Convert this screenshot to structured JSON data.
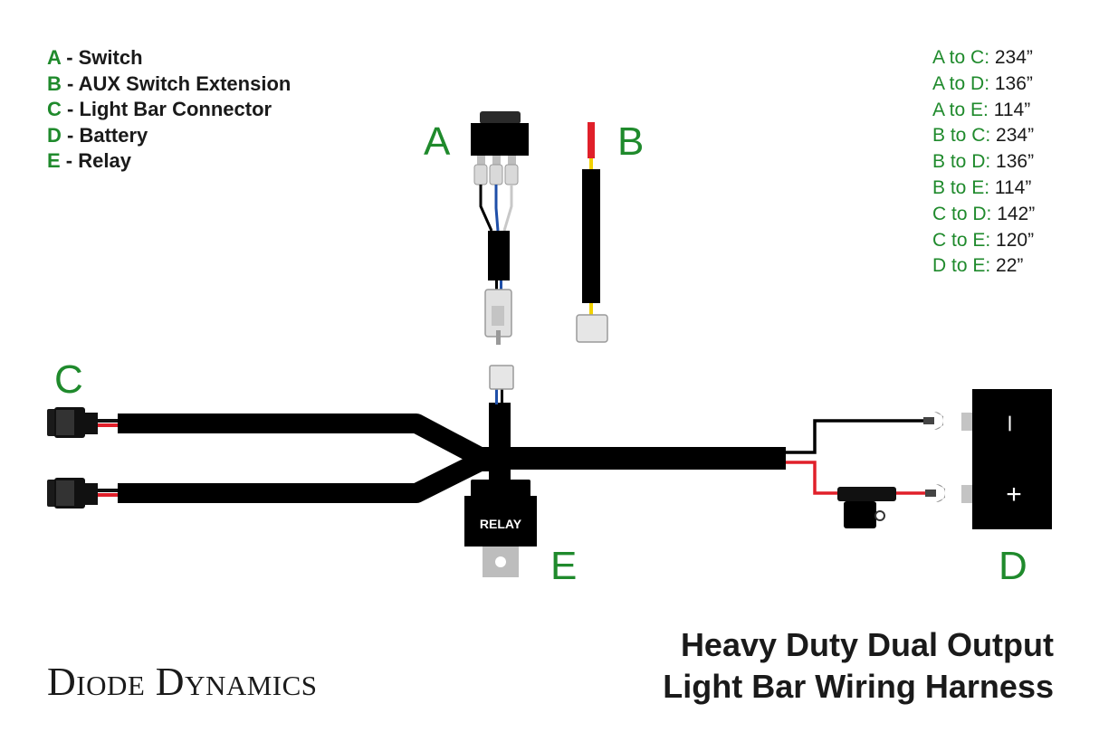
{
  "legend": [
    {
      "key": "A",
      "label": " - Switch"
    },
    {
      "key": "B",
      "label": " - AUX Switch Extension"
    },
    {
      "key": "C",
      "label": " - Light Bar Connector"
    },
    {
      "key": "D",
      "label": " - Battery"
    },
    {
      "key": "E",
      "label": " - Relay"
    }
  ],
  "lengths": [
    {
      "pair": "A to C:",
      "value": " 234”"
    },
    {
      "pair": "A to D:",
      "value": " 136”"
    },
    {
      "pair": "A to E:",
      "value": " 114”"
    },
    {
      "pair": "B to C:",
      "value": " 234”"
    },
    {
      "pair": "B to D:",
      "value": " 136”"
    },
    {
      "pair": "B to E:",
      "value": " 114”"
    },
    {
      "pair": "C to D:",
      "value": " 142”"
    },
    {
      "pair": "C to E:",
      "value": " 120”"
    },
    {
      "pair": "D to E:",
      "value": " 22”"
    }
  ],
  "labels": {
    "a": "A",
    "b": "B",
    "c": "C",
    "d": "D",
    "e": "E"
  },
  "relay_text": "RELAY",
  "battery": {
    "minus": "–",
    "plus": "+"
  },
  "brand": "Diode Dynamics",
  "title": {
    "line1": "Heavy Duty Dual Output",
    "line2": "Light Bar Wiring Harness"
  },
  "colors": {
    "accent": "#1f8a2c",
    "wire_red": "#e0202a",
    "wire_blue": "#1f4fa8",
    "wire_yellow": "#f2d200",
    "harness": "#000000",
    "connector_gray": "#d4d4d4"
  }
}
